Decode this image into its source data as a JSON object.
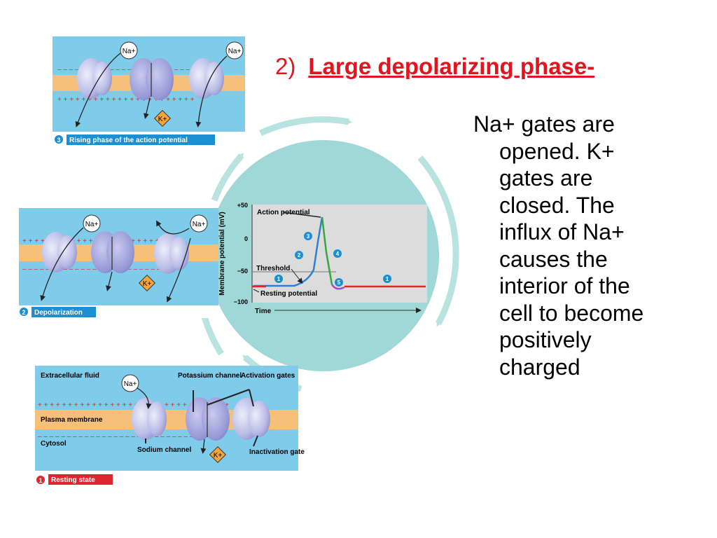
{
  "heading": {
    "number": "2)",
    "title": "Large depolarizing phase-"
  },
  "body_lines": [
    "Na+ gates are",
    "opened. K+",
    "gates are",
    "closed.  The",
    "influx of Na+",
    "causes the",
    "interior of the",
    "cell to become",
    "positively",
    "charged"
  ],
  "panels": {
    "rising": {
      "step": "3",
      "caption": "Rising phase of the action potential",
      "na_top_left": "Na+",
      "na_top_right": "Na+",
      "k_bottom": "K+"
    },
    "depolarization": {
      "step": "2",
      "caption": "Depolarization",
      "na_top_left": "Na+",
      "na_top_right": "Na+",
      "k_bottom": "K+"
    },
    "resting": {
      "step": "1",
      "caption": "Resting state",
      "extracellular": "Extracellular fluid",
      "plasma_membrane": "Plasma membrane",
      "cytosol": "Cytosol",
      "potassium_channel": "Potassium channel",
      "activation_gates": "Activation gates",
      "sodium_channel": "Sodium channel",
      "inactivation_gate": "Inactivation gate",
      "na": "Na+",
      "k": "K+"
    }
  },
  "graph": {
    "ylabel": "Membrane potential (mV)",
    "xlabel": "Time",
    "yticks": [
      "+50",
      "0",
      "−50",
      "−100"
    ],
    "action_potential": "Action potential",
    "threshold": "Threshold",
    "resting_potential": "Resting potential",
    "markers": [
      "1",
      "2",
      "3",
      "4",
      "5",
      "1"
    ]
  },
  "colors": {
    "heading_red": "#e5131d",
    "fluid_blue": "#7fcbea",
    "membrane_orange": "#f7c07a",
    "caption_blue": "#1b8fd0",
    "caption_red": "#e0262c",
    "circle_teal": "#9fd8d6",
    "channel_purple": "#b6b8e4"
  }
}
